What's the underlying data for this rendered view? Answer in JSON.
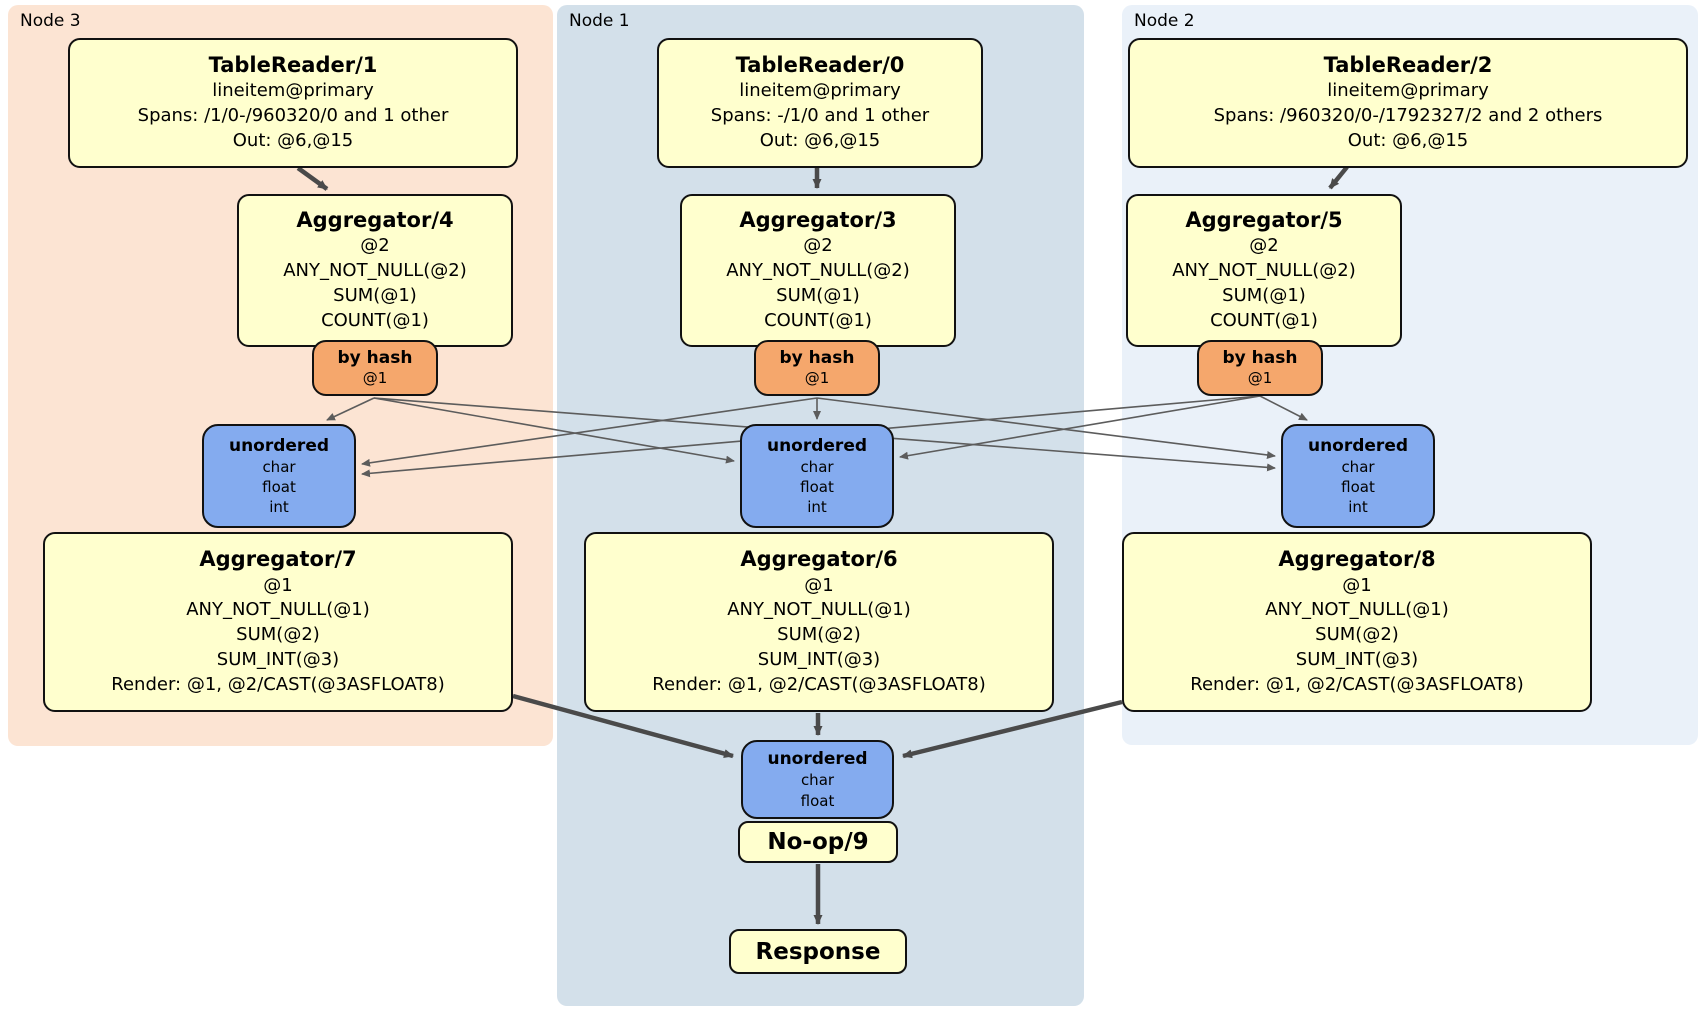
{
  "colors": {
    "panel-node3": "#fce4d3",
    "panel-node1": "#d3e0ea",
    "panel-node2": "#eaf1f9",
    "box-yellow": "#ffffce",
    "router-orange": "#f5a76c",
    "sync-blue": "#84abef",
    "edge-thick": "#4a4a4a",
    "edge-thin": "#5c5c5c"
  },
  "panels": {
    "node3": {
      "label": "Node 3"
    },
    "node1": {
      "label": "Node 1"
    },
    "node2": {
      "label": "Node 2"
    }
  },
  "processors": {
    "tablereader1": {
      "title": "TableReader/1",
      "lines": [
        "lineitem@primary",
        "Spans: /1/0-/960320/0 and 1 other",
        "Out: @6,@15"
      ]
    },
    "tablereader0": {
      "title": "TableReader/0",
      "lines": [
        "lineitem@primary",
        "Spans: -/1/0 and 1 other",
        "Out: @6,@15"
      ]
    },
    "tablereader2": {
      "title": "TableReader/2",
      "lines": [
        "lineitem@primary",
        "Spans: /960320/0-/1792327/2 and 2 others",
        "Out: @6,@15"
      ]
    },
    "aggregator4": {
      "title": "Aggregator/4",
      "lines": [
        "@2",
        "ANY_NOT_NULL(@2)",
        "SUM(@1)",
        "COUNT(@1)"
      ]
    },
    "aggregator3": {
      "title": "Aggregator/3",
      "lines": [
        "@2",
        "ANY_NOT_NULL(@2)",
        "SUM(@1)",
        "COUNT(@1)"
      ]
    },
    "aggregator5": {
      "title": "Aggregator/5",
      "lines": [
        "@2",
        "ANY_NOT_NULL(@2)",
        "SUM(@1)",
        "COUNT(@1)"
      ]
    },
    "aggregator7": {
      "title": "Aggregator/7",
      "lines": [
        "@1",
        "ANY_NOT_NULL(@1)",
        "SUM(@2)",
        "SUM_INT(@3)",
        "Render: @1, @2/CAST(@3ASFLOAT8)"
      ]
    },
    "aggregator6": {
      "title": "Aggregator/6",
      "lines": [
        "@1",
        "ANY_NOT_NULL(@1)",
        "SUM(@2)",
        "SUM_INT(@3)",
        "Render: @1, @2/CAST(@3ASFLOAT8)"
      ]
    },
    "aggregator8": {
      "title": "Aggregator/8",
      "lines": [
        "@1",
        "ANY_NOT_NULL(@1)",
        "SUM(@2)",
        "SUM_INT(@3)",
        "Render: @1, @2/CAST(@3ASFLOAT8)"
      ]
    },
    "noop": {
      "title": "No-op/9"
    },
    "response": {
      "title": "Response"
    }
  },
  "routers": {
    "node3": {
      "title": "by hash",
      "detail": "@1"
    },
    "node1": {
      "title": "by hash",
      "detail": "@1"
    },
    "node2": {
      "title": "by hash",
      "detail": "@1"
    }
  },
  "syncs": {
    "node3": {
      "title": "unordered",
      "lines": [
        "char",
        "float",
        "int"
      ]
    },
    "node1": {
      "title": "unordered",
      "lines": [
        "char",
        "float",
        "int"
      ]
    },
    "node2": {
      "title": "unordered",
      "lines": [
        "char",
        "float",
        "int"
      ]
    },
    "final": {
      "title": "unordered",
      "lines": [
        "char",
        "float"
      ]
    }
  }
}
